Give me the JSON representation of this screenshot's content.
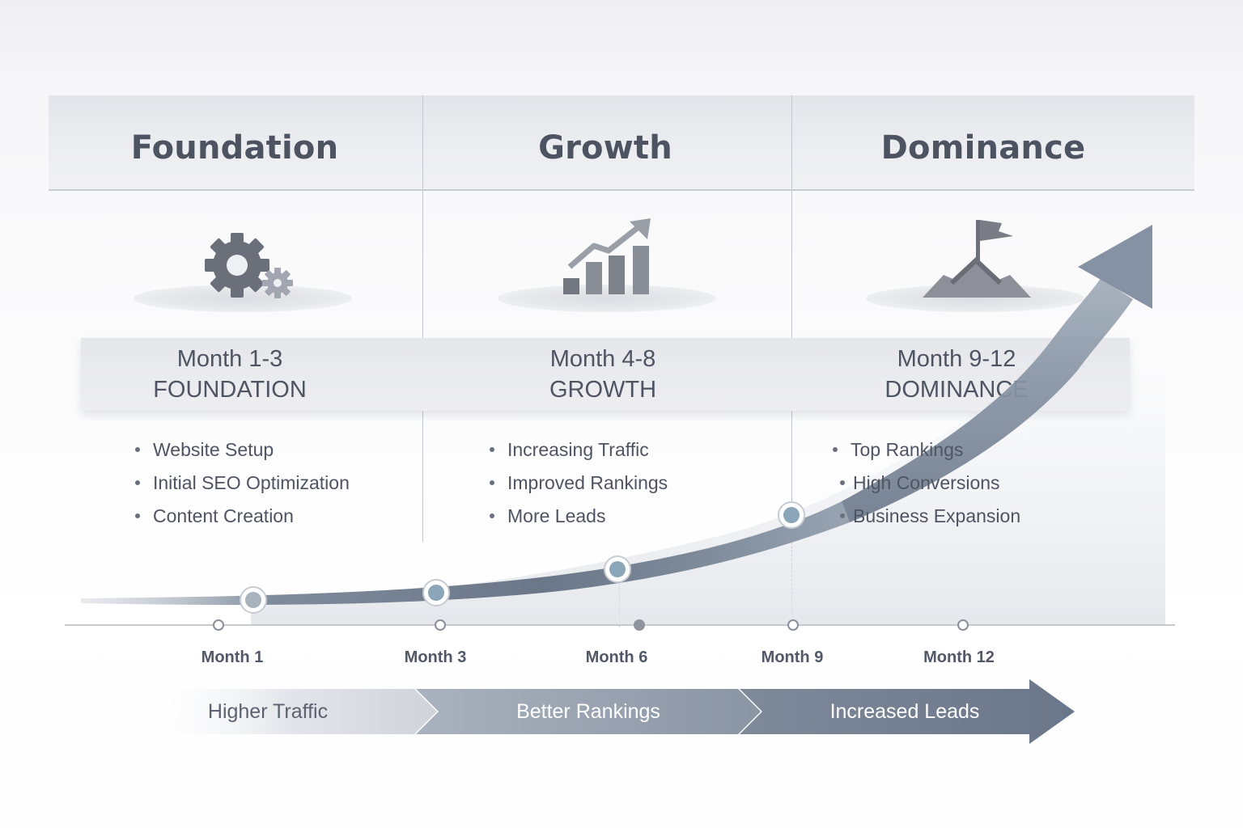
{
  "phases": [
    {
      "title": "Foundation",
      "icon": "gears-icon",
      "month_range": "Month 1-3",
      "band_label": "FOUNDATION",
      "bullets": [
        "Website Setup",
        "Initial SEO Optimization",
        "Content Creation"
      ]
    },
    {
      "title": "Growth",
      "icon": "bar-chart-trend-icon",
      "month_range": "Month 4-8",
      "band_label": "GROWTH",
      "bullets": [
        "Increasing Traffic",
        "Improved Rankings",
        "More Leads"
      ]
    },
    {
      "title": "Dominance",
      "icon": "mountain-flag-icon",
      "month_range": "Month 9-12",
      "band_label": "DOMINANCE",
      "bullets": [
        "Top Rankings",
        "High Conversions",
        "Business Expansion"
      ]
    }
  ],
  "timeline": {
    "labels": [
      "Month 1",
      "Month 3",
      "Month 6",
      "Month 9",
      "Month 12"
    ]
  },
  "outcomes": [
    "Higher Traffic",
    "Better Rankings",
    "Increased Leads"
  ],
  "colors": {
    "title_text": "#4e5362",
    "curve": "#6d7a8c",
    "marker_fill": "#8aa6b8",
    "arrow_light": "#e6e8ec",
    "arrow_mid": "#a3acba",
    "arrow_dark": "#6e7a8c"
  }
}
